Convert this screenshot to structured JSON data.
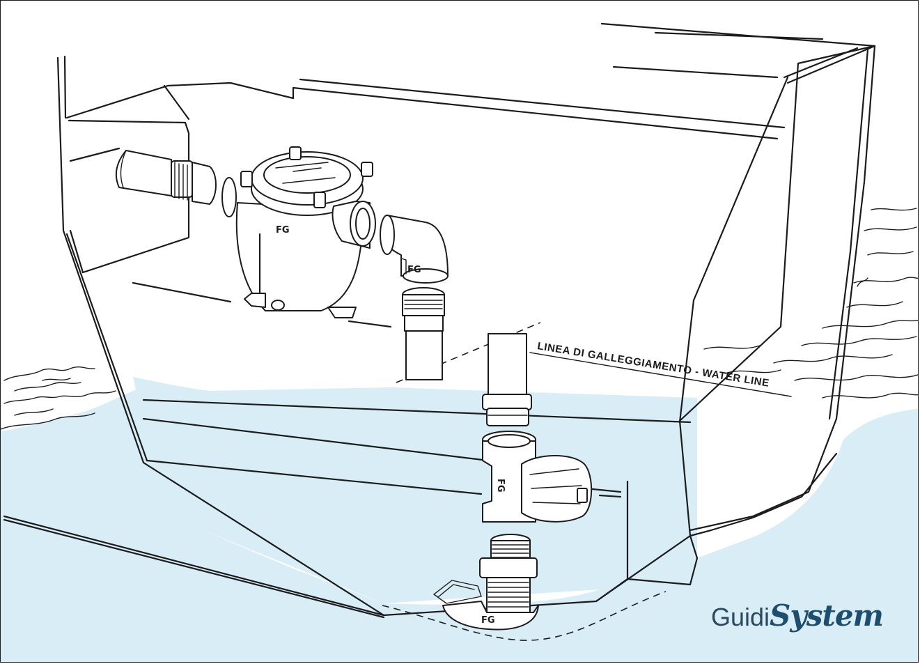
{
  "diagram": {
    "waterline_label": "LINEA DI GALLEGGIAMENTO - WATER LINE",
    "part_mark": "FG",
    "colors": {
      "water": "#d8edf6",
      "line": "#1b1b1b",
      "brand": "#1d4e6e"
    }
  },
  "brand": {
    "name_regular": "Guidi",
    "name_script": "System"
  }
}
